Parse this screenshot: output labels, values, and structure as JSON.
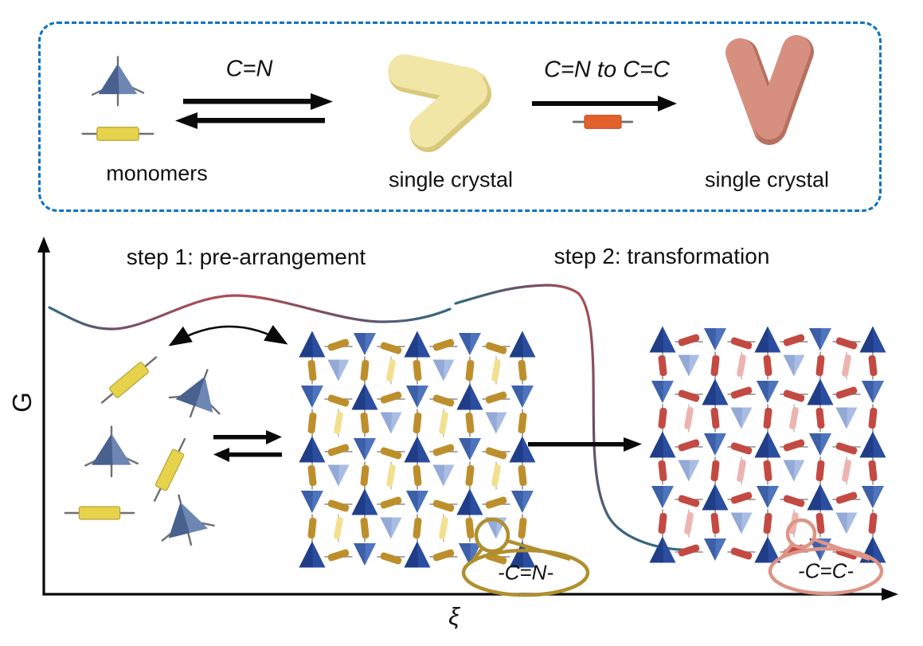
{
  "top_panel": {
    "monomers_label": "monomers",
    "reaction1_label": "C=N",
    "crystal1_label": "single crystal",
    "reaction2_label": "C=N to C=C",
    "crystal2_label": "single crystal"
  },
  "landscape": {
    "step1_label": "step 1: pre-arrangement",
    "step2_label": "step 2: transformation",
    "y_axis_label": "G",
    "x_axis_label": "ξ",
    "imine_tag": "-C=N-",
    "olefin_tag": "-C=C-"
  },
  "colors": {
    "panel_border": "#0c72c4",
    "curve_teal": "#2e6b80",
    "curve_purple": "#6d4f66",
    "curve_red": "#aa4e53",
    "arrow_black": "#0a0a0a",
    "tetra_dark": "#2b4da0",
    "tetra_dark_shade": "#203e87",
    "tetra_mid": "#4e74bd",
    "tetra_mid_shade": "#3c5fa8",
    "tetra_light": "#a9bde4",
    "tetra_light_shade": "#93a9d6",
    "gold_rod": "#bd8f2c",
    "gold_rod_light": "#f3e08e",
    "red_rod": "#c34a42",
    "red_rod_light": "#ecb4b0",
    "monomer_yellow": "#e7d24b",
    "monomer_orange": "#e2602c",
    "crystal_yellow": "#f2e6a7",
    "crystal_yellow_shade": "#d9c97b",
    "crystal_pink": "#d78f80",
    "crystal_pink_shade": "#b7705f",
    "magnifier_gold": "#b08f2e",
    "magnifier_salmon": "#dd9486",
    "stick_gray": "#6f6f6f"
  },
  "lattice": {
    "cols": 4,
    "rows": 4,
    "step": 66
  }
}
